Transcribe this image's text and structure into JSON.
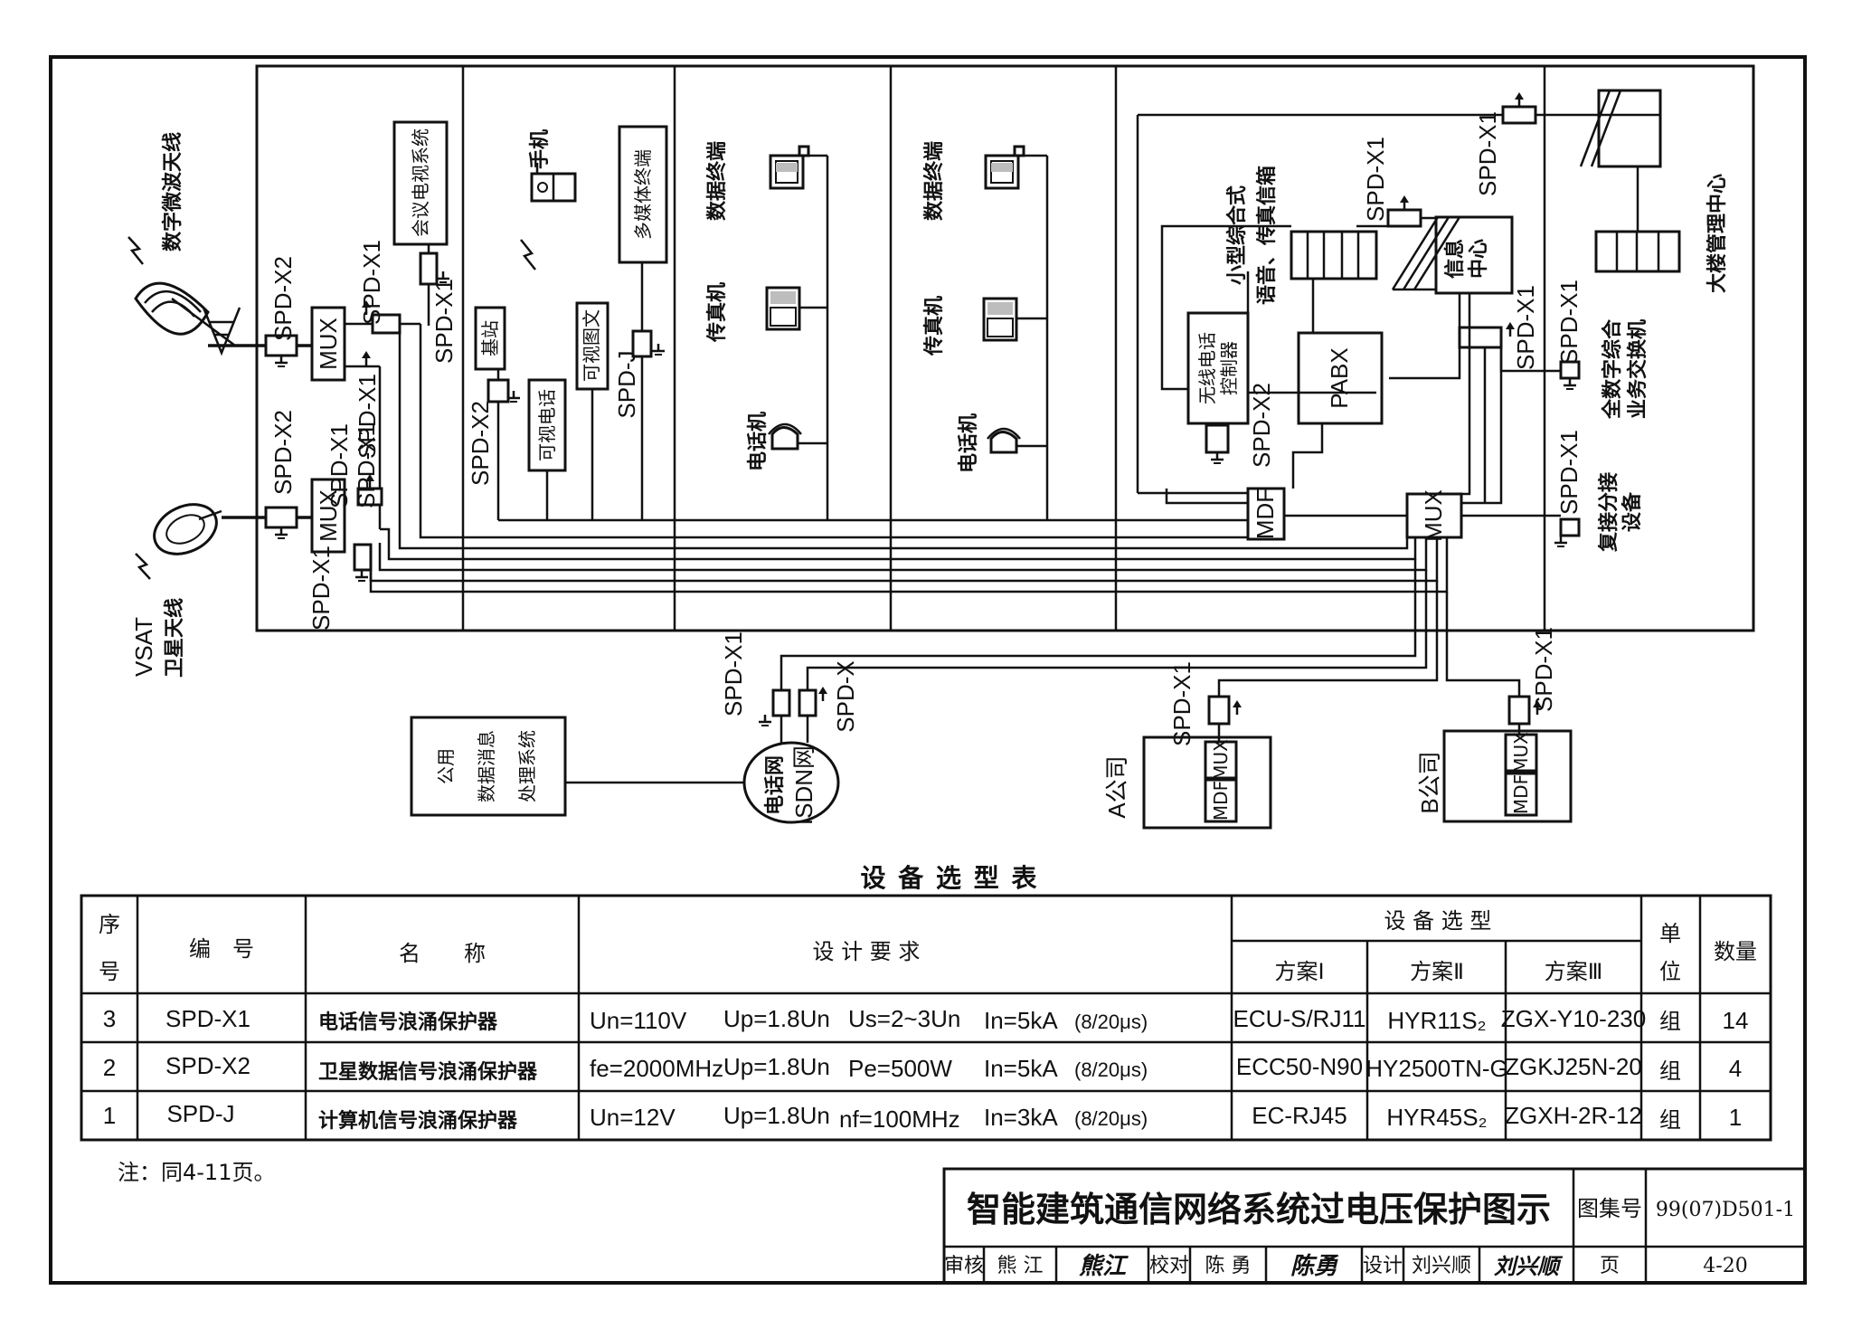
{
  "diagram": {
    "spd": {
      "x1": "SPD-X1",
      "x2": "SPD-X2",
      "j": "SPD-J",
      "x": "SPD-X"
    },
    "devices": {
      "mux": "MUX",
      "mdf": "MDF",
      "pabx": "PABX",
      "digital_microwave_antenna": "数字微波天线",
      "vsat": "VSAT",
      "satellite_antenna": "卫星天线",
      "video_conference": "会议电视系统",
      "mobile_phone": "手机",
      "base_station": "基站",
      "video_phone": "可视电话",
      "videotex": "可视图文",
      "multimedia_terminal": "多媒体终端",
      "data_terminal": "数据终端",
      "fax": "传真机",
      "telephone": "电话机",
      "small_integrated_voice_fax_mailbox_line1": "小型综合式",
      "small_integrated_voice_fax_mailbox_line2": "语音、传真信箱",
      "info_center_line1": "信息",
      "info_center_line2": "中心",
      "building_mgmt_center": "大楼管理中心",
      "wireless_phone_controller_line1": "无线电话",
      "wireless_phone_controller_line2": "控制器",
      "full_digital_switch_line1": "全数字综合",
      "full_digital_switch_line2": "业务交换机",
      "multiplex_equipment_line1": "复接分接",
      "multiplex_equipment_line2": "设备",
      "public_data_line1": "公用",
      "public_data_line2": "数据消息",
      "public_data_line3": "处理系统",
      "phone_net": "电话网",
      "isdn_net": "ISDN网",
      "company_a": "A公司",
      "company_b": "B公司"
    }
  },
  "table": {
    "caption": "设 备 选 型 表",
    "headers": {
      "seq_line1": "序",
      "seq_line2": "号",
      "code": "编　号",
      "name": "名　　称",
      "requirement": "设 计 要 求",
      "selection": "设 备 选 型",
      "plan1": "方案Ⅰ",
      "plan2": "方案Ⅱ",
      "plan3": "方案Ⅲ",
      "unit_line1": "单",
      "unit_line2": "位",
      "qty": "数量"
    },
    "rows": [
      {
        "seq": "3",
        "code": "SPD-X1",
        "name": "电话信号浪涌保护器",
        "r1": "Un=110V",
        "r2": "Up=1.8Un",
        "r3": "Us=2~3Un",
        "r4": "In=5kA",
        "r5": "(8/20μs)",
        "p1": "ECU-S/RJ11",
        "p2": "HYR11S₂",
        "p3": "ZGX-Y10-230",
        "unit": "组",
        "qty": "14"
      },
      {
        "seq": "2",
        "code": "SPD-X2",
        "name": "卫星数据信号浪涌保护器",
        "r1": "fe=2000MHz",
        "r2": "Up=1.8Un",
        "r3": "Pe=500W",
        "r4": "In=5kA",
        "r5": "(8/20μs)",
        "p1": "ECC50-N90",
        "p2": "HY2500TN-G",
        "p3": "ZGKJ25N-20",
        "unit": "组",
        "qty": "4"
      },
      {
        "seq": "1",
        "code": "SPD-J",
        "name": "计算机信号浪涌保护器",
        "r1": "Un=12V",
        "r2": "Up=1.8Un",
        "r3": "nf=100MHz",
        "r4": "In=3kA",
        "r5": "(8/20μs)",
        "p1": "EC-RJ45",
        "p2": "HYR45S₂",
        "p3": "ZGXH-2R-12",
        "unit": "组",
        "qty": "1"
      }
    ]
  },
  "note": "注：同4-11页。",
  "title_block": {
    "title": "智能建筑通信网络系统过电压保护图示",
    "atlas_label": "图集号",
    "atlas_no": "99(07)D501-1",
    "review_label": "审核",
    "reviewer": "熊 江",
    "reviewer_sig": "熊江",
    "check_label": "校对",
    "checker": "陈 勇",
    "checker_sig": "陈勇",
    "design_label": "设计",
    "designer": "刘兴顺",
    "designer_sig": "刘兴顺",
    "page_label": "页",
    "page_no": "4-20"
  }
}
